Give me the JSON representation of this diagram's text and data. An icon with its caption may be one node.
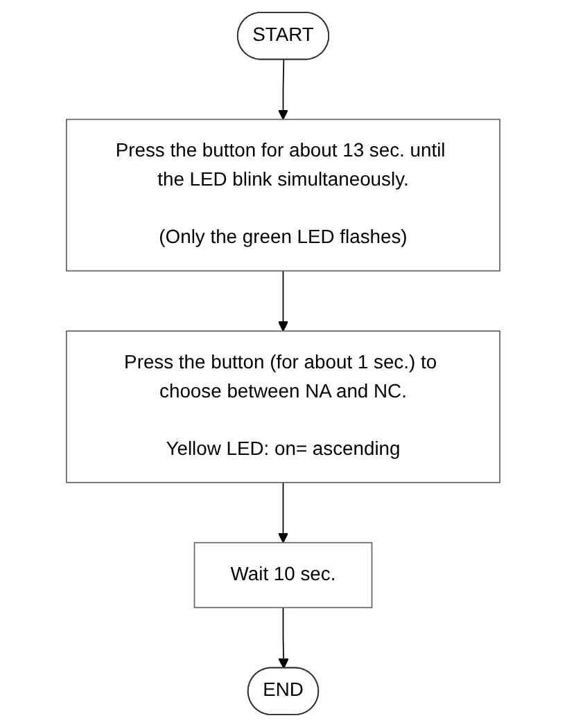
{
  "diagram": {
    "nodes": [
      {
        "text": [
          "START"
        ]
      },
      {
        "text": [
          "Press the button for about 13 sec. until the LED blink simultaneously.",
          "(Only the green LED flashes)"
        ]
      },
      {
        "text": [
          "Press the button (for about 1 sec.) to choose between NA and NC.",
          "Yellow LED: on= ascending"
        ]
      },
      {
        "text": [
          "Wait 10 sec."
        ]
      },
      {
        "text": [
          "END"
        ]
      }
    ],
    "edges": [
      {
        "from": 0,
        "to": 1,
        "arrow": "to"
      },
      {
        "from": 1,
        "to": 2,
        "arrow": "to"
      },
      {
        "from": 2,
        "to": 3,
        "arrow": "to"
      },
      {
        "from": 3,
        "to": 4,
        "arrow": "to"
      }
    ]
  }
}
